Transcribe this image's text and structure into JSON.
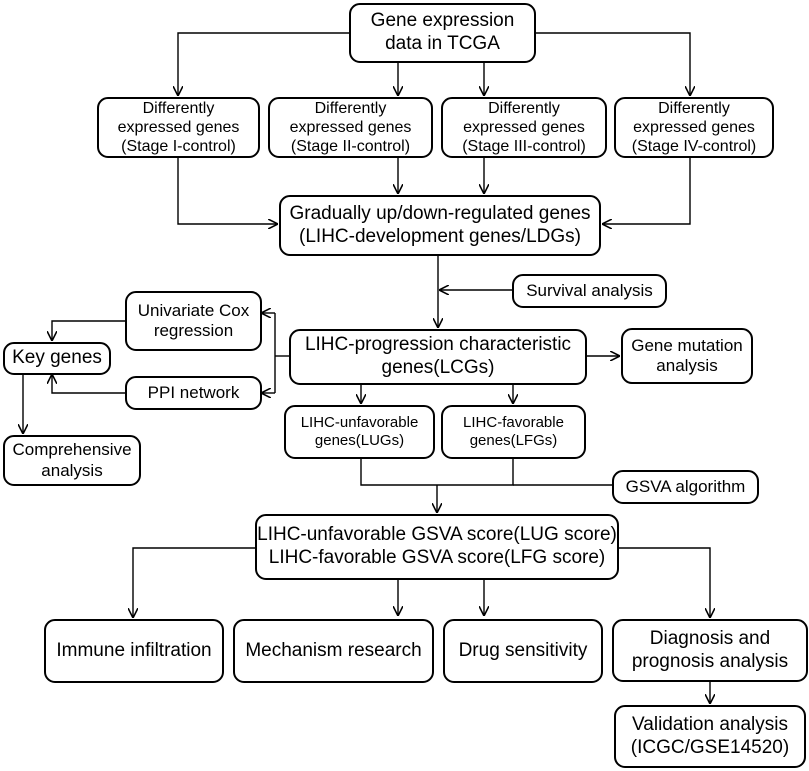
{
  "nodes": {
    "gene_expression": [
      "Gene expression",
      "data in TCGA"
    ],
    "deg_stage1": [
      "Differently",
      "expressed genes",
      "(Stage I-control)"
    ],
    "deg_stage2": [
      "Differently",
      "expressed genes",
      "(Stage II-control)"
    ],
    "deg_stage3": [
      "Differently",
      "expressed genes",
      "(Stage III-control)"
    ],
    "deg_stage4": [
      "Differently",
      "expressed genes",
      "(Stage IV-control)"
    ],
    "ldgs": [
      "Gradually up/down-regulated genes",
      "(LIHC-development genes/LDGs)"
    ],
    "survival": "Survival analysis",
    "univariate_cox": [
      "Univariate Cox",
      "regression"
    ],
    "key_genes": "Key genes",
    "ppi_network": "PPI network",
    "comprehensive": [
      "Comprehensive",
      "analysis"
    ],
    "lcgs": [
      "LIHC-progression characteristic",
      "genes(LCGs)"
    ],
    "gene_mutation": [
      "Gene mutation",
      "analysis"
    ],
    "lugs": [
      "LIHC-unfavorable",
      "genes(LUGs)"
    ],
    "lfgs": [
      "LIHC-favorable",
      "genes(LFGs)"
    ],
    "gsva_algorithm": "GSVA algorithm",
    "gsva_score": [
      "LIHC-unfavorable GSVA score(LUG score)",
      "LIHC-favorable GSVA score(LFG score)"
    ],
    "immune": "Immune infiltration",
    "mechanism": "Mechanism research",
    "drug": "Drug sensitivity",
    "diagnosis": [
      "Diagnosis and",
      "prognosis analysis"
    ],
    "validation": [
      "Validation analysis",
      "(ICGC/GSE14520)"
    ]
  },
  "colors": {
    "line": "#000000",
    "fill": "#ffffff",
    "text": "#000000"
  }
}
